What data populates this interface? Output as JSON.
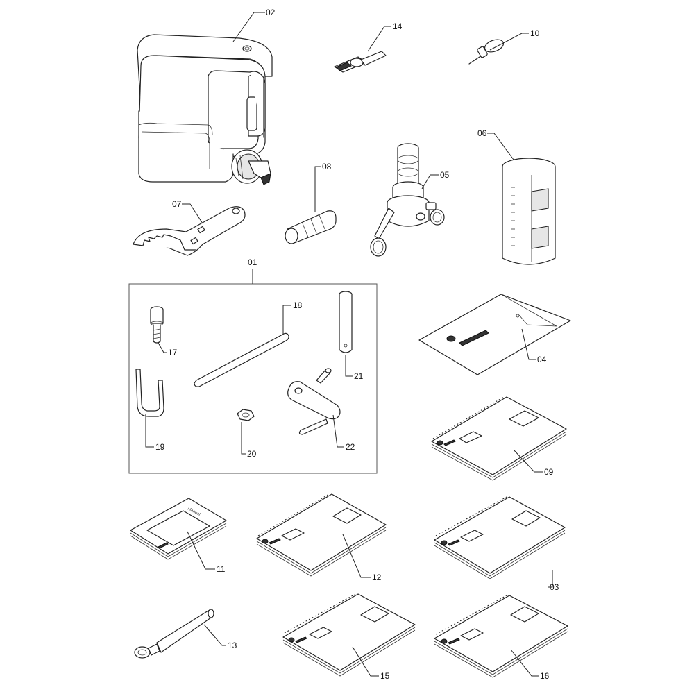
{
  "callouts": {
    "c01": "01",
    "c02": "02",
    "c03": "03",
    "c04": "04",
    "c05": "05",
    "c06": "06",
    "c07": "07",
    "c08": "08",
    "c09": "09",
    "c10": "10",
    "c11": "11",
    "c12": "12",
    "c13": "13",
    "c14": "14",
    "c15": "15",
    "c16": "16",
    "c17": "17",
    "c18": "18",
    "c19": "19",
    "c20": "20",
    "c21": "21",
    "c22": "22"
  },
  "manual_cover_text": "Manual",
  "colors": {
    "line": "#222222",
    "background": "#ffffff"
  }
}
